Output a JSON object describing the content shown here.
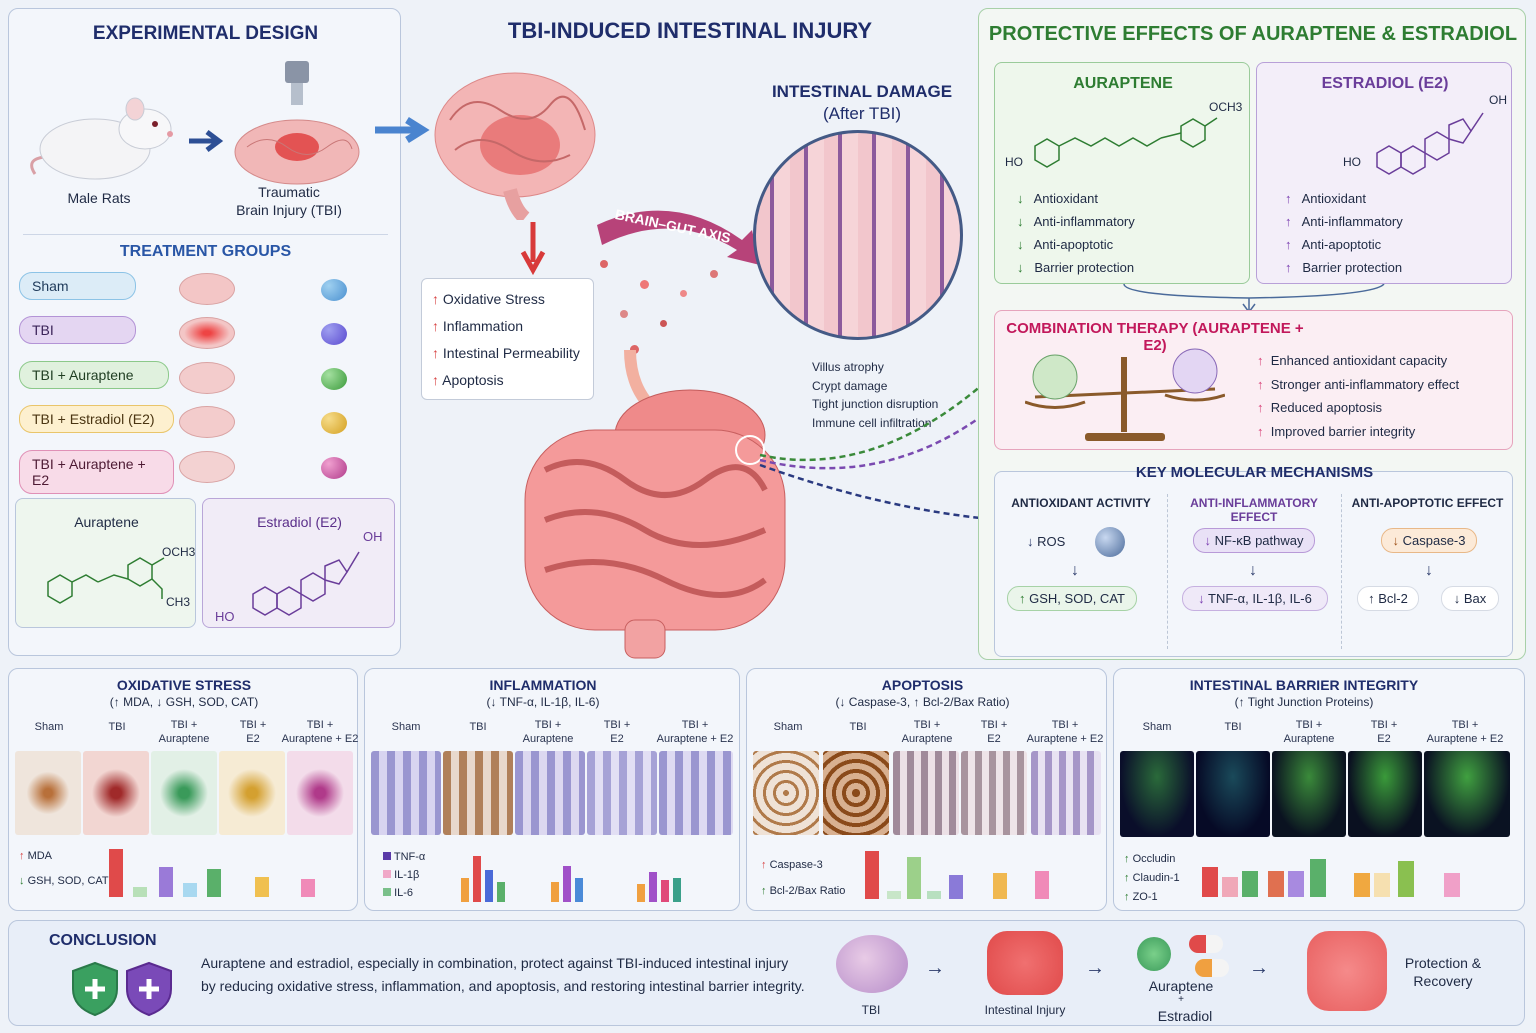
{
  "experimental_design": {
    "title": "EXPERIMENTAL DESIGN",
    "rats_label": "Male Rats",
    "tbi_label_1": "Traumatic",
    "tbi_label_2": "Brain Injury (TBI)",
    "treatment_title": "TREATMENT GROUPS",
    "groups": [
      "Sham",
      "TBI",
      "TBI + Auraptene",
      "TBI + Estradiol (E2)",
      "TBI + Auraptene + E2"
    ],
    "auraptene_title": "Auraptene",
    "auraptene_och3": "OCH3",
    "auraptene_ch3": "CH3",
    "estradiol_title": "Estradiol (E2)",
    "estradiol_oh": "OH",
    "estradiol_ho": "HO"
  },
  "center": {
    "title": "TBI-INDUCED INTESTINAL INJURY",
    "effects": [
      "Oxidative Stress",
      "Inflammation",
      "Intestinal Permeability",
      "Apoptosis"
    ],
    "axis_label": "BRAIN–GUT AXIS",
    "damage_title_1": "INTESTINAL DAMAGE",
    "damage_title_2": "(After TBI)",
    "damage_items": [
      "Villus atrophy",
      "Crypt damage",
      "Tight junction disruption",
      "Immune cell infiltration"
    ]
  },
  "protective": {
    "title": "PROTECTIVE EFFECTS OF AURAPTENE & ESTRADIOL",
    "auraptene_title": "AURAPTENE",
    "auraptene_och3": "OCH3",
    "auraptene_ho": "HO",
    "estradiol_title": "ESTRADIOL (E2)",
    "estradiol_oh": "OH",
    "estradiol_ho": "HO",
    "effects": [
      "Antioxidant",
      "Anti-inflammatory",
      "Anti-apoptotic",
      "Barrier protection"
    ],
    "combo_title": "COMBINATION THERAPY (AURAPTENE + E2)",
    "combo_effects": [
      "Enhanced antioxidant capacity",
      "Stronger anti-inflammatory effect",
      "Reduced apoptosis",
      "Improved barrier integrity"
    ]
  },
  "mechanisms": {
    "title": "KEY MOLECULAR MECHANISMS",
    "antioxidant_title": "ANTIOXIDANT ACTIVITY",
    "ros": "ROS",
    "gsh": "GSH, SOD, CAT",
    "antiinflam_title": "ANTI-INFLAMMATORY EFFECT",
    "nfkb": "NF-κB pathway",
    "cytokines": "TNF-α, IL-1β, IL-6",
    "antiapop_title": "ANTI-APOPTOTIC EFFECT",
    "caspase": "Caspase-3",
    "bcl2": "Bcl-2",
    "bax": "Bax"
  },
  "bottom_panels": {
    "group_labels": [
      "Sham",
      "TBI",
      "TBI +\nAuraptene",
      "TBI +\nE2",
      "TBI +\nAuraptene + E2"
    ],
    "oxidative": {
      "title": "OXIDATIVE STRESS",
      "subtitle": "(↑ MDA, ↓ GSH, SOD, CAT)",
      "legend": [
        "MDA",
        "GSH, SOD, CAT"
      ]
    },
    "inflammation": {
      "title": "INFLAMMATION",
      "subtitle": "(↓ TNF-α, IL-1β, IL-6)",
      "legend": [
        "TNF-α",
        "IL-1β",
        "IL-6"
      ]
    },
    "apoptosis": {
      "title": "APOPTOSIS",
      "subtitle": "(↓ Caspase-3, ↑ Bcl-2/Bax Ratio)",
      "legend": [
        "Caspase-3",
        "Bcl-2/Bax Ratio"
      ]
    },
    "barrier": {
      "title": "INTESTINAL BARRIER INTEGRITY",
      "subtitle": "(↑ Tight Junction Proteins)",
      "legend": [
        "Occludin",
        "Claudin-1",
        "ZO-1"
      ]
    }
  },
  "conclusion": {
    "title": "CONCLUSION",
    "line1": "Auraptene and estradiol, especially in combination, protect against TBI-induced intestinal injury",
    "line2": "by reducing oxidative stress, inflammation, and apoptosis, and restoring intestinal barrier integrity.",
    "flow": [
      "TBI",
      "Intestinal Injury",
      "Auraptene",
      "+",
      "Estradiol",
      "Protection &",
      "Recovery"
    ]
  },
  "colors": {
    "navy": "#1f2d6b",
    "green": "#2e7d32",
    "purple": "#6a3d9a",
    "pink": "#c2185b",
    "red": "#d84343"
  }
}
